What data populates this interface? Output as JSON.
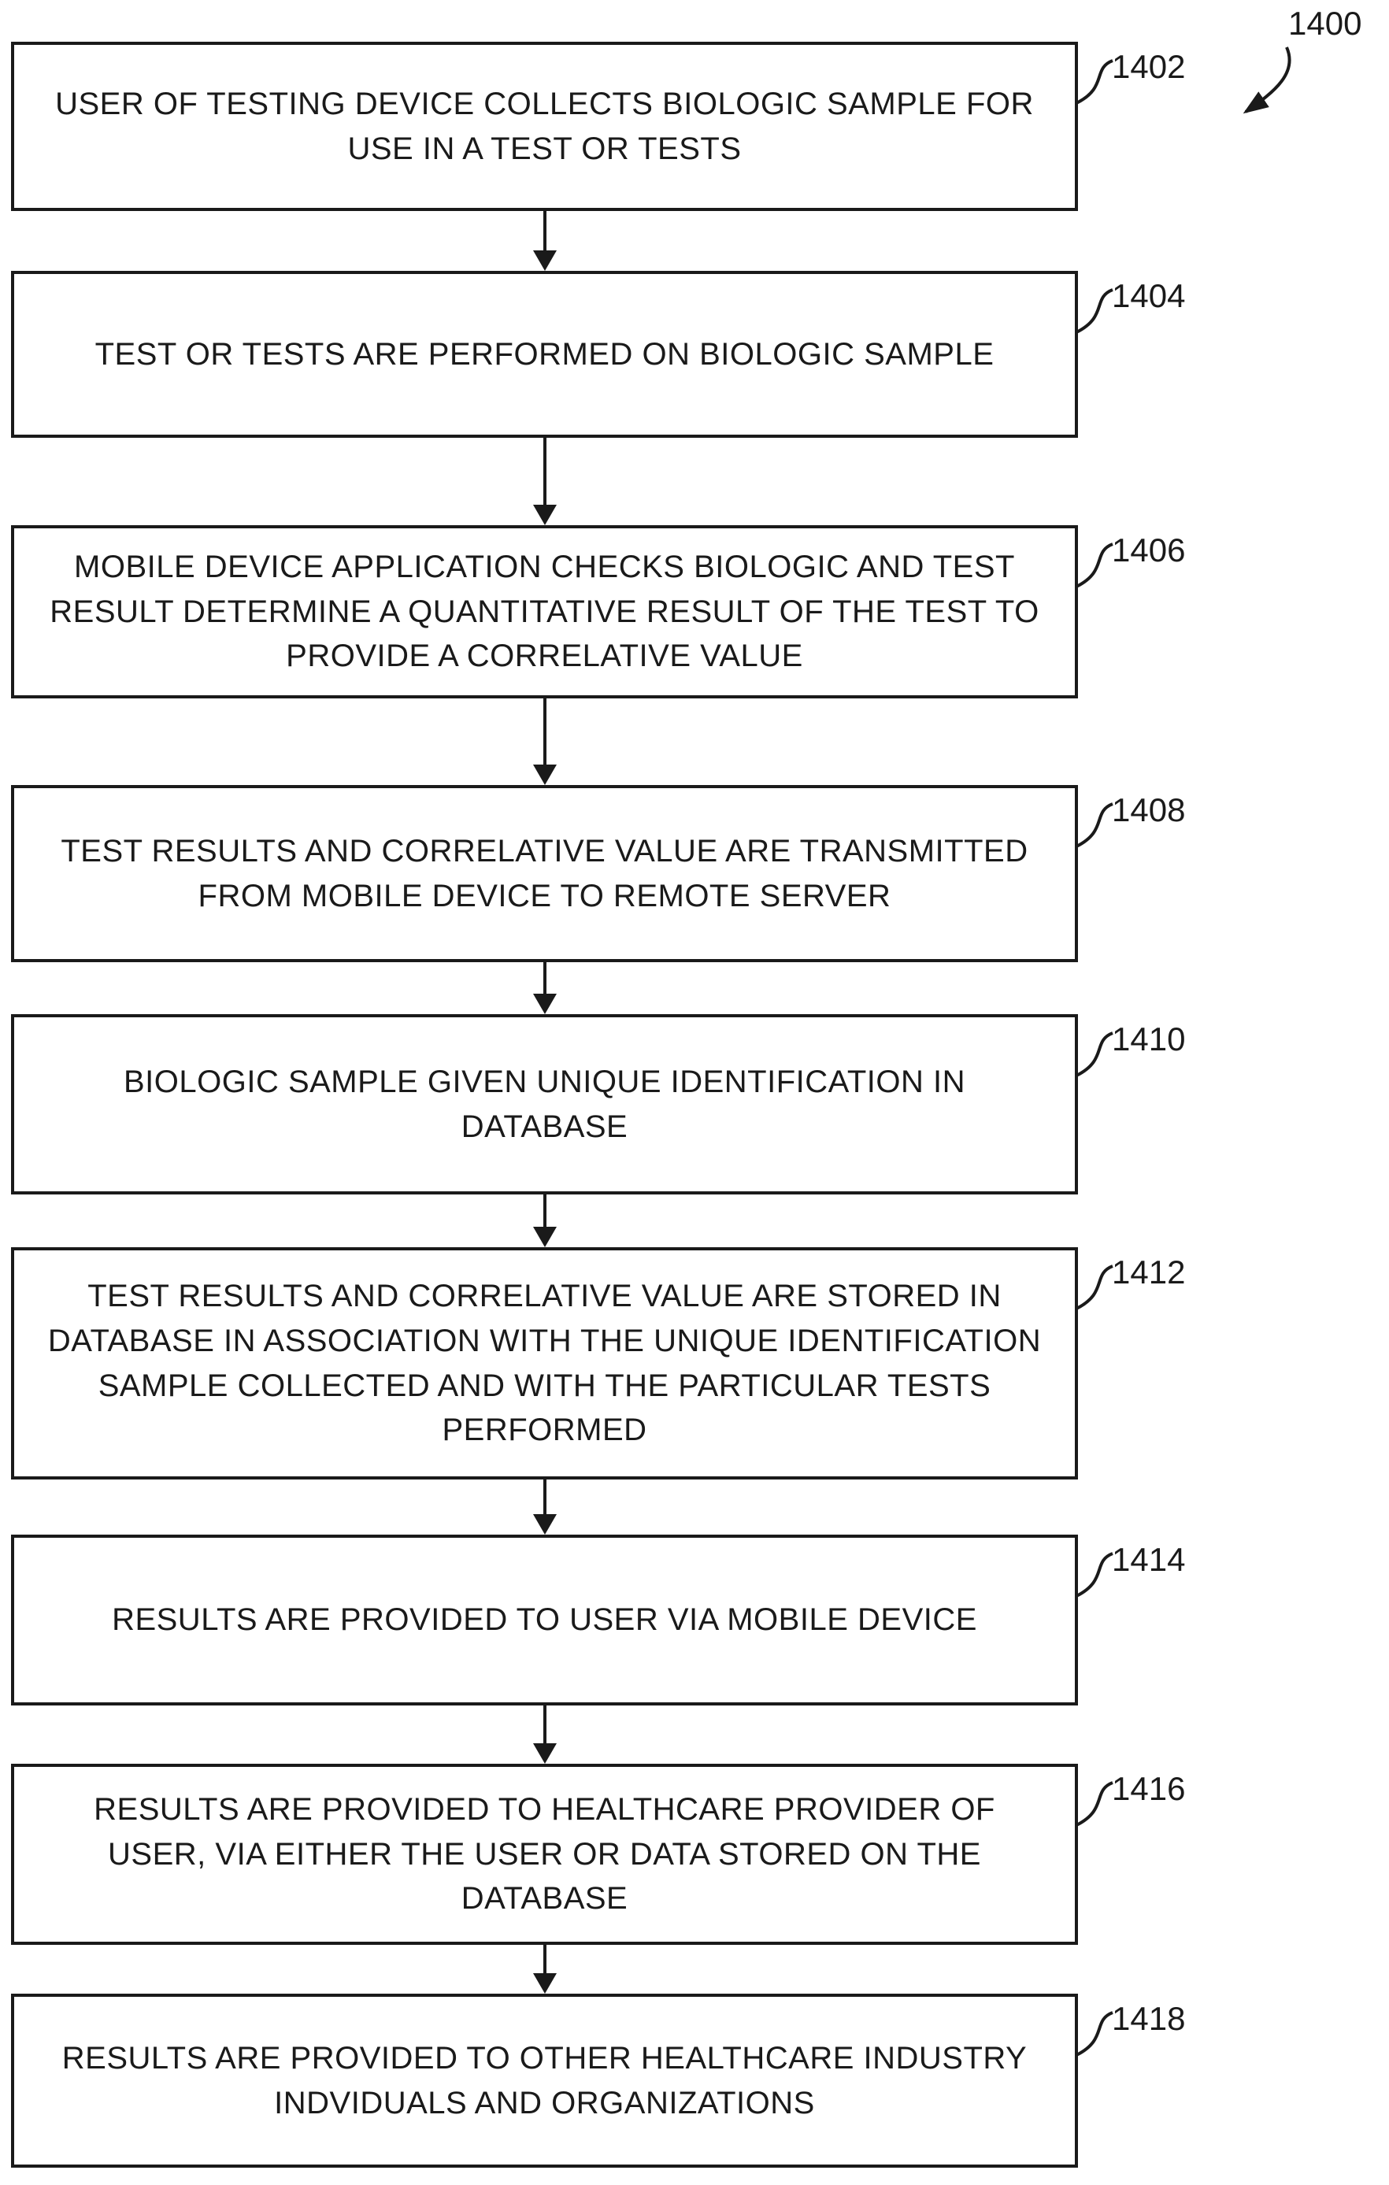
{
  "figure": {
    "ref": "1400",
    "steps": [
      {
        "ref": "1402",
        "text": "USER OF TESTING DEVICE COLLECTS BIOLOGIC SAMPLE FOR USE IN A TEST OR TESTS"
      },
      {
        "ref": "1404",
        "text": "TEST OR TESTS ARE PERFORMED ON BIOLOGIC SAMPLE"
      },
      {
        "ref": "1406",
        "text": "MOBILE DEVICE APPLICATION CHECKS BIOLOGIC AND TEST RESULT DETERMINE A QUANTITATIVE RESULT OF THE TEST TO PROVIDE A CORRELATIVE VALUE"
      },
      {
        "ref": "1408",
        "text": "TEST RESULTS AND CORRELATIVE VALUE ARE TRANSMITTED FROM MOBILE DEVICE TO REMOTE SERVER"
      },
      {
        "ref": "1410",
        "text": "BIOLOGIC SAMPLE GIVEN UNIQUE IDENTIFICATION IN DATABASE"
      },
      {
        "ref": "1412",
        "text": "TEST RESULTS AND CORRELATIVE VALUE ARE STORED IN DATABASE IN ASSOCIATION WITH THE UNIQUE IDENTIFICATION SAMPLE COLLECTED AND WITH THE PARTICULAR TESTS PERFORMED"
      },
      {
        "ref": "1414",
        "text": "RESULTS ARE PROVIDED TO USER VIA MOBILE DEVICE"
      },
      {
        "ref": "1416",
        "text": "RESULTS ARE PROVIDED TO HEALTHCARE PROVIDER OF USER, VIA EITHER THE USER OR DATA STORED ON THE DATABASE"
      },
      {
        "ref": "1418",
        "text": "RESULTS ARE PROVIDED TO OTHER HEALTHCARE INDUSTRY INDVIDUALS AND ORGANIZATIONS"
      }
    ]
  },
  "colors": {
    "line": "#1a1a1a",
    "background": "#ffffff"
  }
}
